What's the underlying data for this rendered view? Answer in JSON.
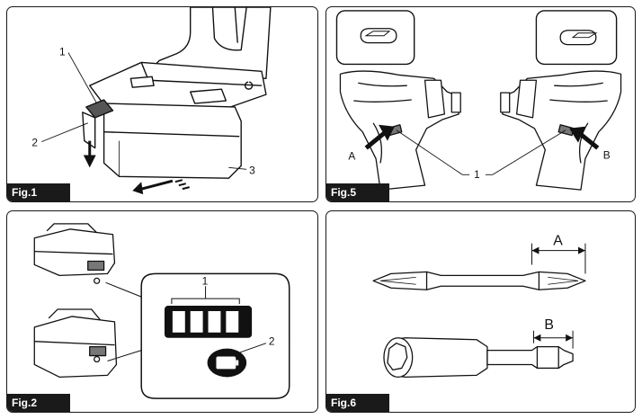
{
  "figures": [
    {
      "tag": "Fig.1",
      "callouts": [
        "1",
        "2",
        "3"
      ]
    },
    {
      "tag": "Fig.5",
      "callouts": [
        "A",
        "B",
        "1"
      ]
    },
    {
      "tag": "Fig.2",
      "callouts": [
        "1",
        "2"
      ]
    },
    {
      "tag": "Fig.6",
      "callouts": [
        "A",
        "B"
      ]
    }
  ]
}
